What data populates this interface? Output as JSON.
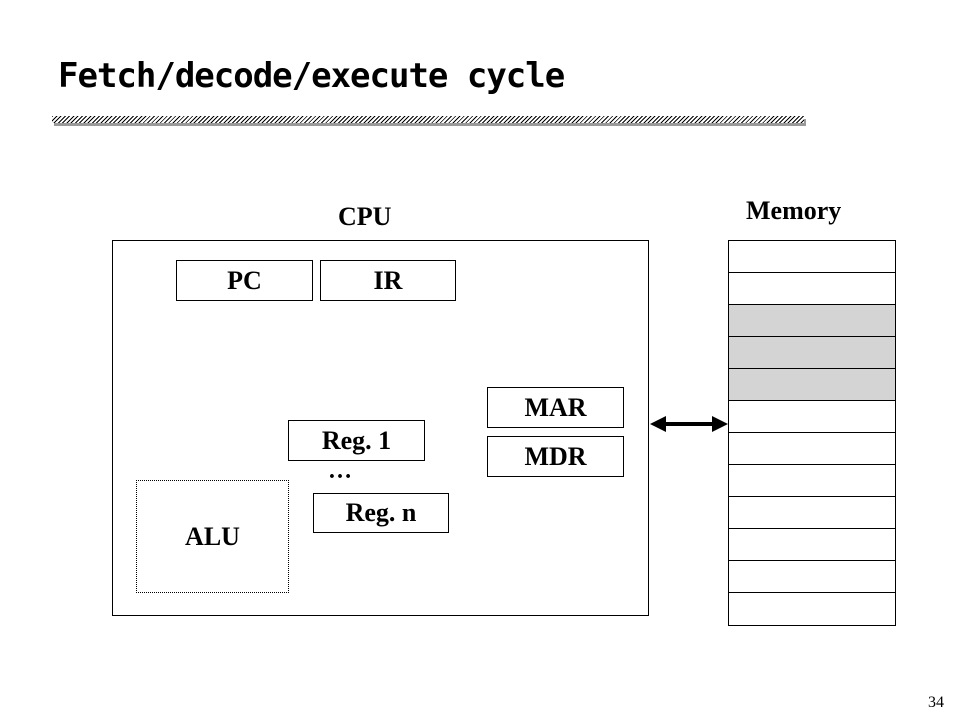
{
  "title": "Fetch/decode/execute cycle",
  "cpu": {
    "label": "CPU",
    "registers": {
      "pc": "PC",
      "ir": "IR",
      "mar": "MAR",
      "mdr": "MDR",
      "reg1": "Reg. 1",
      "ellipsis": "…",
      "regn": "Reg. n"
    },
    "alu": "ALU"
  },
  "memory": {
    "label": "Memory",
    "cells": [
      {
        "shaded": false
      },
      {
        "shaded": false
      },
      {
        "shaded": true
      },
      {
        "shaded": true
      },
      {
        "shaded": true
      },
      {
        "shaded": false
      },
      {
        "shaded": false
      },
      {
        "shaded": false
      },
      {
        "shaded": false
      },
      {
        "shaded": false
      },
      {
        "shaded": false
      },
      {
        "shaded": false
      }
    ]
  },
  "page_number": "34",
  "colors": {
    "shaded_cell": "#d4d4d4",
    "line": "#000000"
  }
}
